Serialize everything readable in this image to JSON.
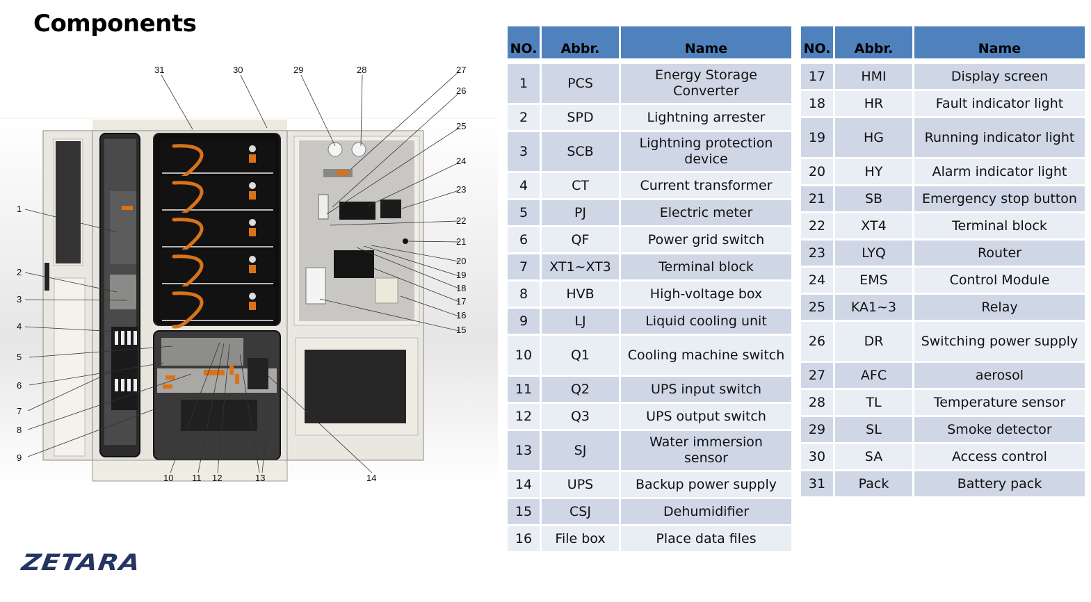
{
  "page": {
    "title": "Components",
    "logo": "ZETARA"
  },
  "table_headers": {
    "no": "NO.",
    "abbr": "Abbr.",
    "name": "Name"
  },
  "colors": {
    "header_bg": "#4f81bd",
    "row_dark": "#cfd7e6",
    "row_light": "#e9edf4",
    "logo": "#253462",
    "accent_orange": "#d9731a"
  },
  "components_left": [
    {
      "no": "1",
      "abbr": "PCS",
      "name": "Energy Storage Converter"
    },
    {
      "no": "2",
      "abbr": "SPD",
      "name": "Lightning arrester"
    },
    {
      "no": "3",
      "abbr": "SCB",
      "name": "Lightning protection device"
    },
    {
      "no": "4",
      "abbr": "CT",
      "name": "Current transformer"
    },
    {
      "no": "5",
      "abbr": "PJ",
      "name": "Electric meter"
    },
    {
      "no": "6",
      "abbr": "QF",
      "name": "Power grid switch"
    },
    {
      "no": "7",
      "abbr": "XT1~XT3",
      "name": "Terminal block"
    },
    {
      "no": "8",
      "abbr": "HVB",
      "name": "High-voltage box"
    },
    {
      "no": "9",
      "abbr": "LJ",
      "name": "Liquid cooling unit"
    },
    {
      "no": "10",
      "abbr": "Q1",
      "name": "Cooling machine switch"
    },
    {
      "no": "11",
      "abbr": "Q2",
      "name": "UPS input switch"
    },
    {
      "no": "12",
      "abbr": "Q3",
      "name": "UPS output switch"
    },
    {
      "no": "13",
      "abbr": "SJ",
      "name": "Water immersion sensor"
    },
    {
      "no": "14",
      "abbr": "UPS",
      "name": "Backup power supply"
    },
    {
      "no": "15",
      "abbr": "CSJ",
      "name": "Dehumidifier"
    },
    {
      "no": "16",
      "abbr": "File box",
      "name": "Place data files"
    }
  ],
  "components_right": [
    {
      "no": "17",
      "abbr": "HMI",
      "name": "Display screen"
    },
    {
      "no": "18",
      "abbr": "HR",
      "name": "Fault indicator light"
    },
    {
      "no": "19",
      "abbr": "HG",
      "name": "Running indicator light"
    },
    {
      "no": "20",
      "abbr": "HY",
      "name": "Alarm indicator light"
    },
    {
      "no": "21",
      "abbr": "SB",
      "name": "Emergency stop button"
    },
    {
      "no": "22",
      "abbr": "XT4",
      "name": "Terminal block"
    },
    {
      "no": "23",
      "abbr": "LYQ",
      "name": "Router"
    },
    {
      "no": "24",
      "abbr": "EMS",
      "name": "Control Module"
    },
    {
      "no": "25",
      "abbr": "KA1~3",
      "name": "Relay"
    },
    {
      "no": "26",
      "abbr": "DR",
      "name": "Switching power supply"
    },
    {
      "no": "27",
      "abbr": "AFC",
      "name": "aerosol"
    },
    {
      "no": "28",
      "abbr": "TL",
      "name": "Temperature sensor"
    },
    {
      "no": "29",
      "abbr": "SL",
      "name": "Smoke detector"
    },
    {
      "no": "30",
      "abbr": "SA",
      "name": "Access control"
    },
    {
      "no": "31",
      "abbr": "Pack",
      "name": "Battery pack"
    }
  ],
  "diagram_callouts": [
    "1",
    "2",
    "3",
    "4",
    "5",
    "6",
    "7",
    "8",
    "9",
    "10",
    "11",
    "12",
    "13",
    "14",
    "15",
    "16",
    "17",
    "18",
    "19",
    "20",
    "21",
    "22",
    "23",
    "24",
    "25",
    "26",
    "27",
    "28",
    "29",
    "30",
    "31"
  ]
}
